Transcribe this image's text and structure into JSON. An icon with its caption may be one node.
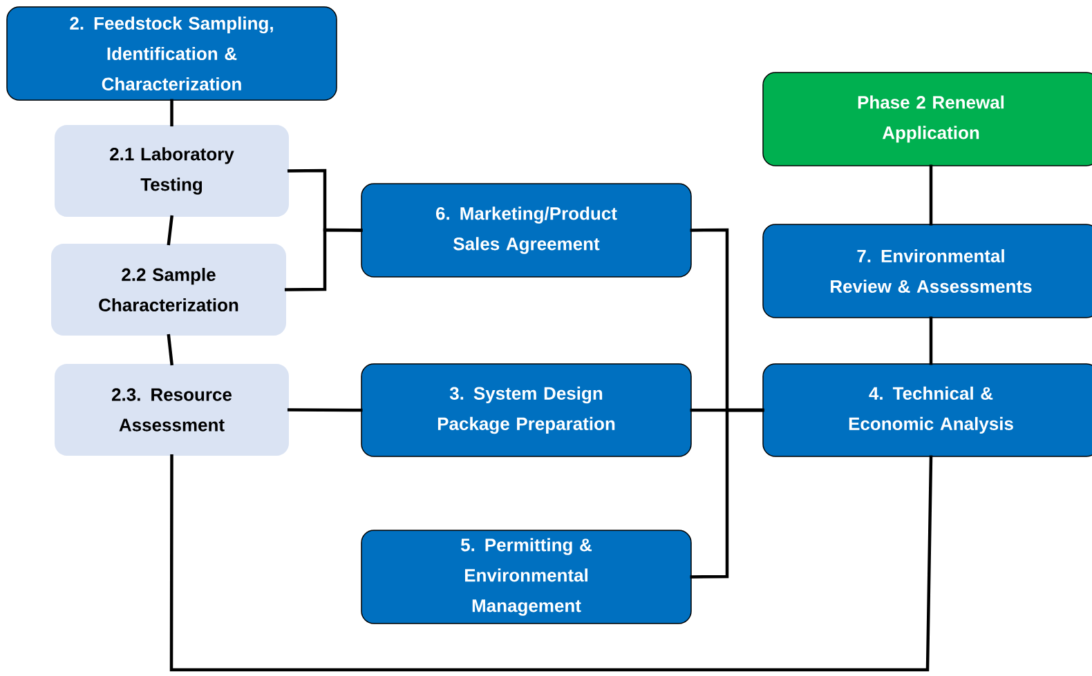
{
  "diagram": {
    "nodes": [
      {
        "text": [
          "2. Feedstock Sampling, Identification & Characterization"
        ]
      },
      {
        "text": [
          "2.1 Laboratory Testing"
        ]
      },
      {
        "text": [
          "2.2 Sample Characterization"
        ]
      },
      {
        "text": [
          "2.3. Resource Assessment"
        ]
      },
      {
        "text": [
          "6. Marketing/Product Sales Agreement"
        ]
      },
      {
        "text": [
          "3. System Design Package Preparation"
        ]
      },
      {
        "text": [
          "5. Permitting & Environmental Management"
        ]
      },
      {
        "text": [
          "Phase 2 Renewal Application"
        ]
      },
      {
        "text": [
          "7. Environmental Review & Assessments"
        ]
      },
      {
        "text": [
          "4. Technical & Economic Analysis"
        ]
      }
    ],
    "edges": [
      {
        "from": 0,
        "to": 1,
        "arrow": "none"
      },
      {
        "from": 1,
        "to": 2,
        "arrow": "none"
      },
      {
        "from": 2,
        "to": 3,
        "arrow": "none"
      },
      {
        "from": 1,
        "to": 4,
        "arrow": "none"
      },
      {
        "from": 2,
        "to": 4,
        "arrow": "none"
      },
      {
        "from": 3,
        "to": 5,
        "arrow": "none"
      },
      {
        "from": 4,
        "to": 9,
        "arrow": "none"
      },
      {
        "from": 5,
        "to": 9,
        "arrow": "none"
      },
      {
        "from": 6,
        "to": 9,
        "arrow": "none"
      },
      {
        "from": 7,
        "to": 8,
        "arrow": "none"
      },
      {
        "from": 8,
        "to": 9,
        "arrow": "none"
      },
      {
        "from": 3,
        "to": 9,
        "arrow": "none"
      }
    ]
  }
}
